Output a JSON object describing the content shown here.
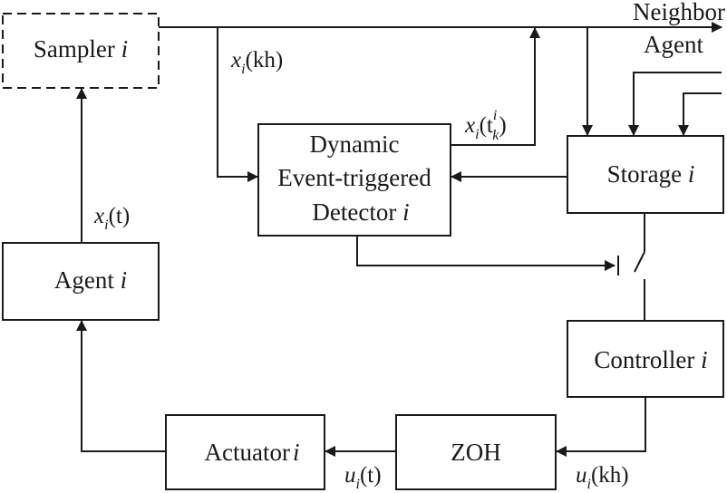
{
  "blocks": {
    "sampler": {
      "name": "Sampler",
      "index": "i"
    },
    "detector": {
      "line1": "Dynamic",
      "line2": "Event-triggered",
      "line3": "Detector",
      "index": "i"
    },
    "storage": {
      "name": "Storage",
      "index": "i"
    },
    "agent": {
      "name": "Agent",
      "index": "i"
    },
    "controller": {
      "name": "Controller",
      "index": "i"
    },
    "zoh": {
      "name": "ZOH"
    },
    "actuator": {
      "name": "Actuator",
      "index": "i"
    }
  },
  "neighbor": {
    "line1": "Neighbor",
    "line2": "Agent"
  },
  "signals": {
    "x_kh": {
      "var": "x",
      "sub": "i",
      "arg": "(kh)"
    },
    "x_t": {
      "var": "x",
      "sub": "i",
      "arg": "(t)"
    },
    "x_tk": {
      "var": "x",
      "sub": "i",
      "open": "(t",
      "sup": "i",
      "sub2": "k",
      "close": ")"
    },
    "u_t": {
      "var": "u",
      "sub": "i",
      "arg": "(t)"
    },
    "u_kh": {
      "var": "u",
      "sub": "i",
      "arg": "(kh)"
    }
  }
}
